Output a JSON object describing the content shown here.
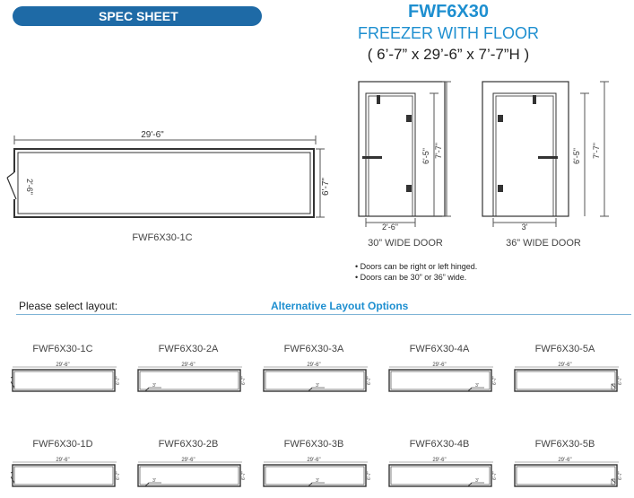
{
  "header": {
    "spec_sheet": "SPEC SHEET",
    "model": "FWF6X30",
    "subtitle": "FREEZER WITH FLOOR",
    "dimensions": "( 6’-7” x 29’-6” x 7’-7”H )"
  },
  "floorplan": {
    "length": "29'-6\"",
    "width": "6'-7\"",
    "door": "2'-6\"",
    "caption": "FWF6X30-1C"
  },
  "doors": {
    "left": {
      "height_inner": "6'-5\"",
      "height_outer": "7'-7\"",
      "width": "2'-6\"",
      "caption": "30” WIDE DOOR"
    },
    "right": {
      "height_inner": "6'-5\"",
      "height_outer": "7'-7\"",
      "width": "3'",
      "caption": "36” WIDE DOOR"
    }
  },
  "notes": [
    "Doors can be right or left hinged.",
    "Doors can be 30” or 36” wide."
  ],
  "layout_section": {
    "select_label": "Please select layout:",
    "alt_label": "Alternative Layout Options"
  },
  "layouts": {
    "row1": [
      "FWF6X30-1C",
      "FWF6X30-2A",
      "FWF6X30-3A",
      "FWF6X30-4A",
      "FWF6X30-5A"
    ],
    "row2": [
      "FWF6X30-1D",
      "FWF6X30-2B",
      "FWF6X30-3B",
      "FWF6X30-4B",
      "FWF6X30-5B"
    ],
    "mini_length": "29'-6\"",
    "mini_width": "6'-7\"",
    "mini_door": "3'"
  }
}
